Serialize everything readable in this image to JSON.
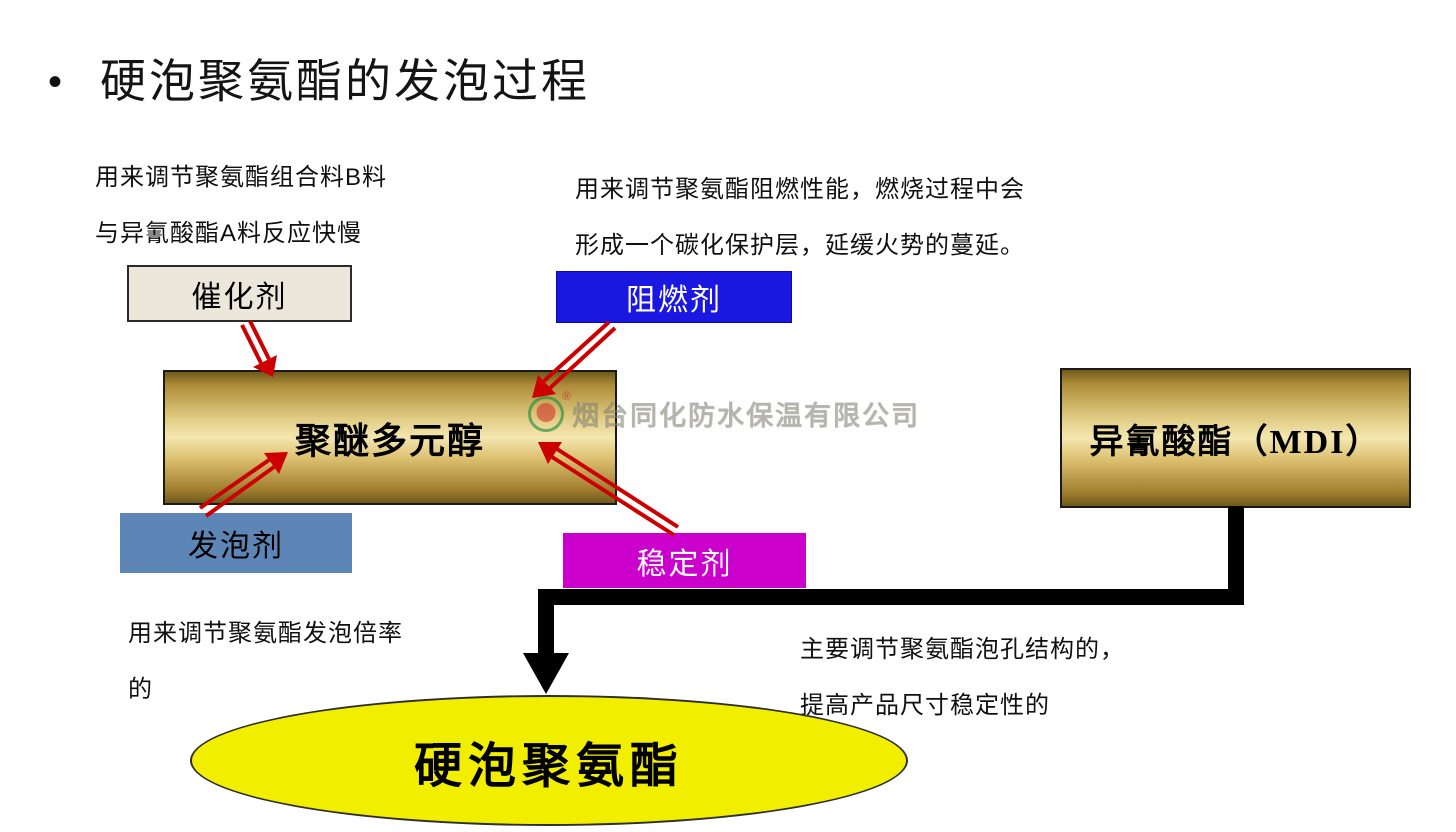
{
  "title": {
    "bullet": "•",
    "text": "硬泡聚氨酯的发泡过程"
  },
  "notes": {
    "catalyst": [
      "用来调节聚氨酯组合料B料",
      "与异氰酸酯A料反应快慢"
    ],
    "flame_retardant": [
      "用来调节聚氨酯阻燃性能，燃烧过程中会",
      "形成一个碳化保护层，延缓火势的蔓延。"
    ],
    "blowing_agent": [
      "用来调节聚氨酯发泡倍率",
      "的"
    ],
    "stabilizer": [
      "主要调节聚氨酯泡孔结构的，",
      "提高产品尺寸稳定性的"
    ]
  },
  "nodes": {
    "catalyst": {
      "label": "催化剂",
      "fill": "#ebe7da",
      "text_color": "#000000"
    },
    "flame_retardant": {
      "label": "阻燃剂",
      "fill": "#1a17e0",
      "text_color": "#ffffff"
    },
    "polyether_polyol": {
      "label": "聚醚多元醇",
      "fill": "gold-gradient",
      "text_color": "#000000"
    },
    "isocyanate_mdi": {
      "label": "异氰酸酯（MDI）",
      "fill": "gold-gradient",
      "text_color": "#000000"
    },
    "blowing_agent": {
      "label": "发泡剂",
      "fill": "#5d85b5",
      "text_color": "#000000"
    },
    "stabilizer": {
      "label": "稳定剂",
      "fill": "#cc00cc",
      "text_color": "#ffffff"
    },
    "product": {
      "label": "硬泡聚氨酯",
      "fill": "#f2ee00",
      "text_color": "#000000"
    }
  },
  "connections": [
    {
      "from": "催化剂",
      "to": "聚醚多元醇",
      "style": "red-double-line-arrow"
    },
    {
      "from": "阻燃剂",
      "to": "聚醚多元醇",
      "style": "red-double-line-arrow"
    },
    {
      "from": "发泡剂",
      "to": "聚醚多元醇",
      "style": "red-double-line-arrow"
    },
    {
      "from": "稳定剂",
      "to": "聚醚多元醇",
      "style": "red-double-line-arrow"
    },
    {
      "from": "异氰酸酯（MDI）",
      "to": "硬泡聚氨酯",
      "style": "black-elbow-arrow"
    }
  ],
  "watermark": {
    "text": "烟台同化防水保温有限公司",
    "registered_mark": "®"
  },
  "colors": {
    "arrow_red": "#cc0000",
    "connector_black": "#000000",
    "product_yellow": "#f2ee00",
    "gold_light": "#f4e7b0",
    "gold_dark": "#6e5a1c"
  }
}
